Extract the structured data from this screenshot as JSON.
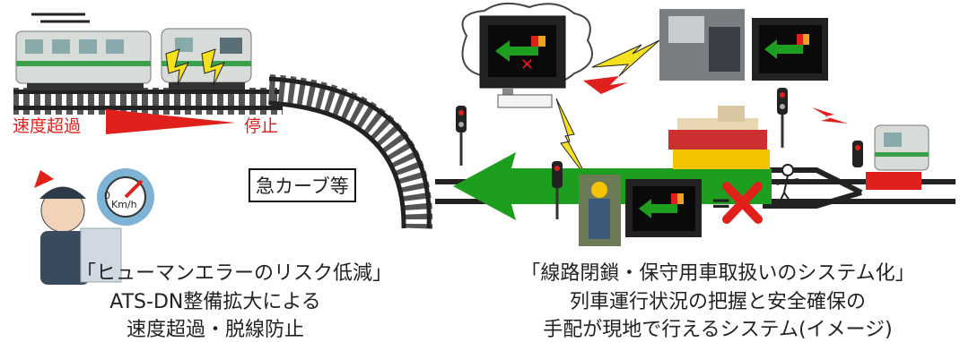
{
  "left": {
    "speed_over_label": "速度超過",
    "stop_label": "停止",
    "curve_label": "急カーブ等",
    "gauge_zero": "0",
    "gauge_unit": "Km/h",
    "caption_title": "「ヒューマンエラーのリスク低減」",
    "caption_line1": "ATS-DN整備拡大による",
    "caption_line2": "速度超過・脱線防止"
  },
  "right": {
    "equal_sign": "=",
    "caption_title": "「線路閉鎖・保守用車取扱いのシステム化」",
    "caption_line1": "列車運行状況の把握と安全確保の",
    "caption_line2": "手配が現地で行えるシステム(イメージ)"
  },
  "colors": {
    "red": "#e0201b",
    "green": "#1e9e1e",
    "yellow": "#f5c400",
    "orange": "#f0a020"
  }
}
